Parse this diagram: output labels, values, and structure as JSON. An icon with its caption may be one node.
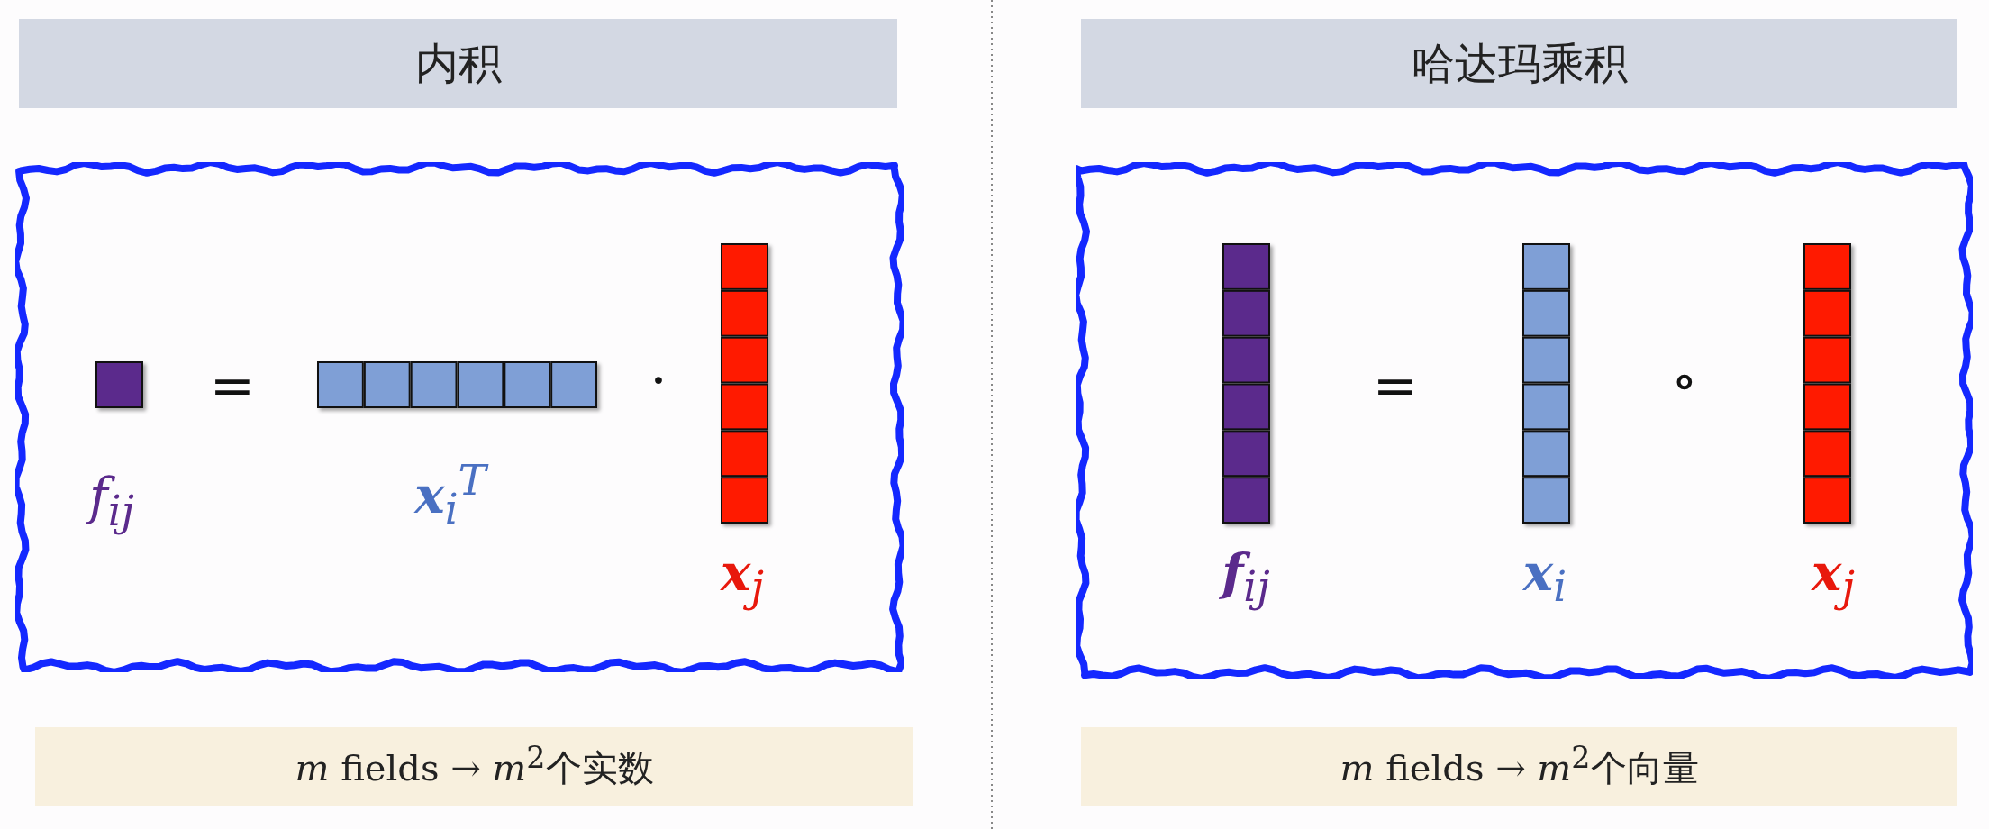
{
  "diagram": {
    "nodes": [
      {
        "text": [
          "内积"
        ]
      },
      {
        "text": [],
        "shape": "box"
      },
      {
        "text": [],
        "shape": "box",
        "in": 1,
        "beside": [
          "f$_{ij}$"
        ]
      },
      {
        "text": [],
        "shape": "bar",
        "in": 1,
        "beside": [
          "**x**$_{i}$$^{T}$"
        ]
      },
      {
        "text": [],
        "shape": "bar",
        "in": 1,
        "beside": [
          "**x**$_{j}$"
        ]
      },
      {
        "text": [
          "*m* fields → *m*$^{2}$个实数"
        ]
      },
      {
        "text": [
          "哈达玛乘积"
        ]
      },
      {
        "text": [],
        "shape": "box"
      },
      {
        "text": [],
        "shape": "bar",
        "in": 7,
        "beside": [
          "**f**$_{ij}$"
        ]
      },
      {
        "text": [],
        "shape": "bar",
        "in": 7,
        "beside": [
          "**x**$_{i}$"
        ]
      },
      {
        "text": [],
        "shape": "bar",
        "in": 7,
        "beside": [
          "**x**$_{j}$"
        ]
      },
      {
        "text": [
          "*m* fields → *m*$^{2}$个向量"
        ]
      }
    ],
    "edges": [],
    "labels": [
      "=",
      "·",
      "=",
      "∘"
    ]
  }
}
